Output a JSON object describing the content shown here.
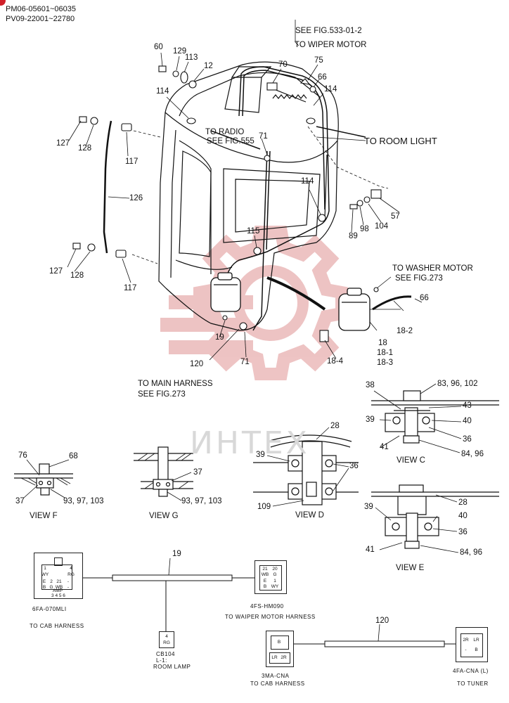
{
  "header": {
    "line1": "PM06-05601~06035",
    "line2": "PV09-22001~22780"
  },
  "watermark": "ИНТЕХ",
  "colors": {
    "watermark": "#e8b0b0",
    "badge": "#d0202a",
    "line": "#111111"
  },
  "callouts": {
    "see_533": "SEE FIG.533-01-2",
    "to_wiper_motor": "TO WIPER MOTOR",
    "to_radio": "TO RADIO",
    "see_555": "SEE FIG.555",
    "to_room_light": "TO ROOM LIGHT",
    "to_washer_motor": "TO WASHER MOTOR",
    "see_273a": "SEE FIG.273",
    "to_main_harness": "TO MAIN HARNESS",
    "see_273b": "SEE FIG.273"
  },
  "parts": {
    "p60": "60",
    "p129": "129",
    "p113": "113",
    "p12": "12",
    "p70": "70",
    "p75": "75",
    "p66a": "66",
    "p114a": "114",
    "p114b": "114",
    "p127a": "127",
    "p128a": "128",
    "p117a": "117",
    "p71a": "71",
    "p126": "126",
    "p114c": "114",
    "p57": "57",
    "p89": "89",
    "p98": "98",
    "p104": "104",
    "p115": "115",
    "p127b": "127",
    "p128b": "128",
    "p117b": "117",
    "p66b": "66",
    "p18_2": "18-2",
    "p19": "19",
    "p120": "120",
    "p71b": "71",
    "p18_4": "18-4",
    "p18": "18",
    "p18_1": "18-1",
    "p18_3": "18-3"
  },
  "views": {
    "c": {
      "title": "VIEW   C",
      "l38": "38",
      "l83": "83, 96, 102",
      "l43": "43",
      "l39": "39",
      "l40": "40",
      "l36": "36",
      "l41": "41",
      "l84": "84, 96"
    },
    "d": {
      "title": "VIEW   D",
      "l28": "28",
      "l39": "39",
      "l36": "36",
      "l109": "109"
    },
    "e": {
      "title": "VIEW   E",
      "l28": "28",
      "l39": "39",
      "l40": "40",
      "l36": "36",
      "l41": "41",
      "l84": "84, 96"
    },
    "f": {
      "title": "VIEW   F",
      "l76": "76",
      "l68": "68",
      "l37": "37",
      "l93": "93, 97, 103"
    },
    "g": {
      "title": "VIEW   G",
      "l37": "37",
      "l93": "93, 97, 103"
    }
  },
  "harness19": {
    "label": "19",
    "conn_left": {
      "c1": "1",
      "c2": "WY",
      "c3": "4",
      "c4": "RG",
      "c5": "E",
      "c6": "2",
      "c7": "G",
      "c8": "21",
      "c9": "WB",
      "c10": "-",
      "c11": "B",
      "c12": "-",
      "amp": "AMP",
      "pins": "3  4  5  6",
      "name": "6FA-070MLI",
      "to": "TO CAB HARNESS"
    },
    "conn_right": {
      "c1": "21",
      "c2": "20",
      "c3": "WB",
      "c4": "G",
      "c5": "E",
      "c6": "1",
      "c7": "B",
      "c8": "WY",
      "name": "4FS-HM090",
      "to": "TO WAIPER MOTOR HARNESS"
    },
    "conn_bottom": {
      "c1": "4",
      "c2": "RG",
      "name": "CB104",
      "sub": "L-1:",
      "to": "ROOM LAMP"
    }
  },
  "harness120": {
    "label": "120",
    "conn_left": {
      "c1": "B",
      "c2": "LR",
      "c3": "2R",
      "name": "3MA-CNA",
      "to": "TO CAB HARNESS"
    },
    "conn_right": {
      "c1": "2R",
      "c2": "LR",
      "c3": "-",
      "c4": "B",
      "name": "4FA-CNA (L)",
      "to": "TO TUNER"
    }
  }
}
